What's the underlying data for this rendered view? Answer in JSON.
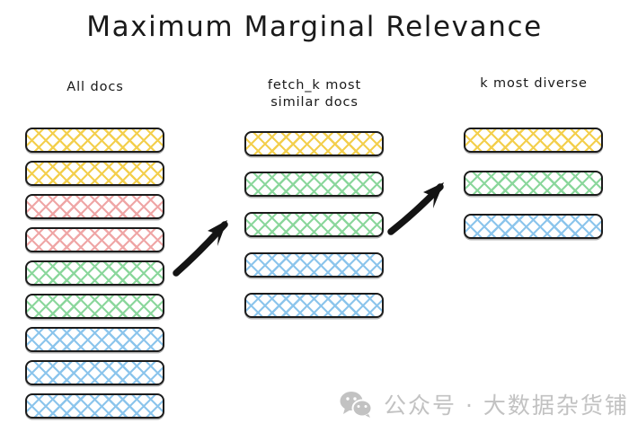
{
  "title": "Maximum Marginal Relevance",
  "columns": [
    {
      "id": "all-docs",
      "header_lines": [
        "All docs"
      ],
      "docs": [
        {
          "color_name": "yellow",
          "color": "#f3cf4d"
        },
        {
          "color_name": "yellow",
          "color": "#f3cf4d"
        },
        {
          "color_name": "red",
          "color": "#efa6a6"
        },
        {
          "color_name": "red",
          "color": "#efa6a6"
        },
        {
          "color_name": "green",
          "color": "#8bd79c"
        },
        {
          "color_name": "green",
          "color": "#8bd79c"
        },
        {
          "color_name": "blue",
          "color": "#8cc5ec"
        },
        {
          "color_name": "blue",
          "color": "#8cc5ec"
        },
        {
          "color_name": "blue",
          "color": "#8cc5ec"
        }
      ]
    },
    {
      "id": "fetch-k",
      "header_lines": [
        "fetch_k most",
        "similar docs"
      ],
      "docs": [
        {
          "color_name": "yellow",
          "color": "#f3cf4d"
        },
        {
          "color_name": "green",
          "color": "#8bd79c"
        },
        {
          "color_name": "green",
          "color": "#8bd79c"
        },
        {
          "color_name": "blue",
          "color": "#8cc5ec"
        },
        {
          "color_name": "blue",
          "color": "#8cc5ec"
        }
      ]
    },
    {
      "id": "k-diverse",
      "header_lines": [
        "k most diverse"
      ],
      "docs": [
        {
          "color_name": "yellow",
          "color": "#f3cf4d"
        },
        {
          "color_name": "green",
          "color": "#8bd79c"
        },
        {
          "color_name": "blue",
          "color": "#8cc5ec"
        }
      ]
    }
  ],
  "arrows": [
    {
      "id": "arrow-all-docs-to-fetch-k",
      "direction": "up-right"
    },
    {
      "id": "arrow-fetch-k-to-k-diverse",
      "direction": "up-right"
    }
  ],
  "watermark": {
    "icon": "wechat-icon",
    "text": "公众号 · 大数据杂货铺",
    "color": "#c2c2c2"
  },
  "colors": {
    "background": "#ffffff",
    "outline": "#1c1c1c",
    "text": "#181818",
    "yellow": "#f3cf4d",
    "red": "#efa6a6",
    "green": "#8bd79c",
    "blue": "#8cc5ec"
  }
}
